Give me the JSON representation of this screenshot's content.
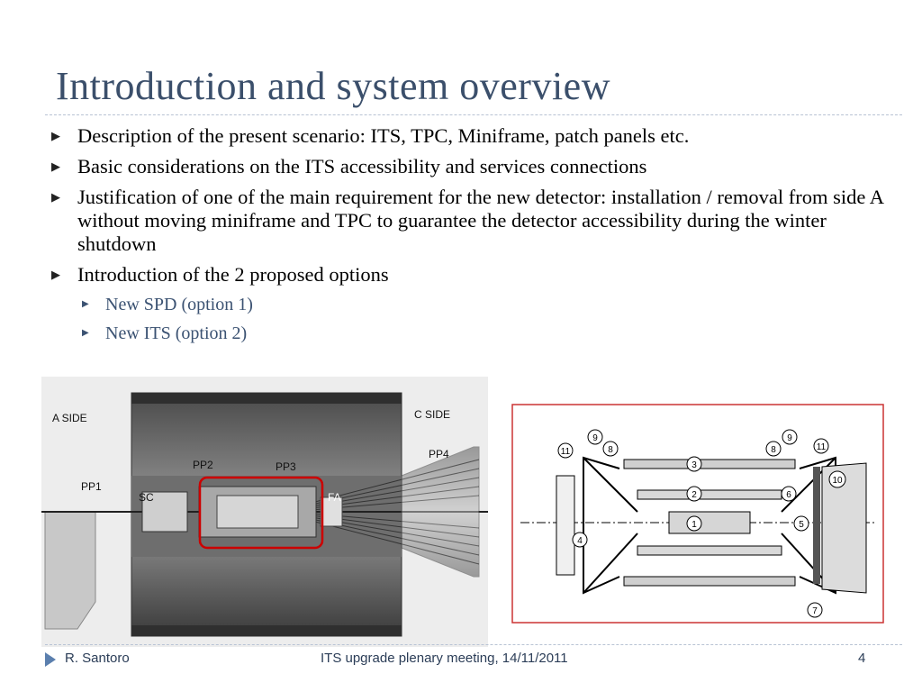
{
  "slide": {
    "title": "Introduction and system overview",
    "bullets": [
      "Description of the present scenario: ITS, TPC, Miniframe, patch panels etc.",
      "Basic considerations on the ITS accessibility and services connections",
      "Justification of one of the main requirement for the new detector: installation / removal from side A without moving miniframe and TPC to guarantee the detector accessibility during the winter shutdown",
      "Introduction of the 2 proposed options"
    ],
    "sub_bullets": [
      "New SPD (option 1)",
      "New ITS (option 2)"
    ]
  },
  "figure_left": {
    "labels": {
      "a_side": "A SIDE",
      "c_side": "C SIDE",
      "pp1": "PP1",
      "pp2": "PP2",
      "pp3": "PP3",
      "pp4": "PP4",
      "sc": "SC",
      "fa": "FA"
    },
    "highlight_color": "#cc0000"
  },
  "figure_right": {
    "callouts": [
      "1",
      "2",
      "3",
      "4",
      "5",
      "6",
      "7",
      "8",
      "8",
      "9",
      "9",
      "10",
      "11",
      "11"
    ],
    "frame_color": "#cc3333"
  },
  "footer": {
    "author": "R. Santoro",
    "meeting": "ITS upgrade plenary meeting, 14/11/2011",
    "page": "4"
  },
  "colors": {
    "title": "#3b4f6b",
    "sub_bullet": "#3b5272",
    "footer_arrow": "#5b7fae"
  }
}
